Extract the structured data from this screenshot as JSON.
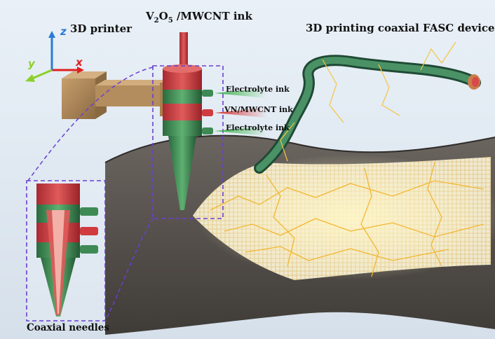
{
  "labels": {
    "printer": "3D printer",
    "ink_main_prefix": "V",
    "ink_main_sub1": "2",
    "ink_main_mid": "O",
    "ink_main_sub2": "5",
    "ink_main_suffix": " /MWCNT ink",
    "device": "3D printing coaxial FASC device",
    "electrolyte_top": "Electrolyte ink",
    "vn_ink": "VN/MWCNT ink",
    "electrolyte_bottom": "Electrolyte ink",
    "coaxial_needles": "Coaxial needles"
  },
  "axes": {
    "x": "x",
    "y": "y",
    "z": "z",
    "colors": {
      "x": "#e0201f",
      "y": "#8ccf2a",
      "z": "#2a7bd6"
    }
  },
  "colors": {
    "needle_red": "#cf3b3f",
    "needle_green": "#3e8a55",
    "block_tan": "#b08a5c",
    "substrate": "#5a5550",
    "dashed_box": "#6a3fd0",
    "glow": "#f5c65a"
  }
}
